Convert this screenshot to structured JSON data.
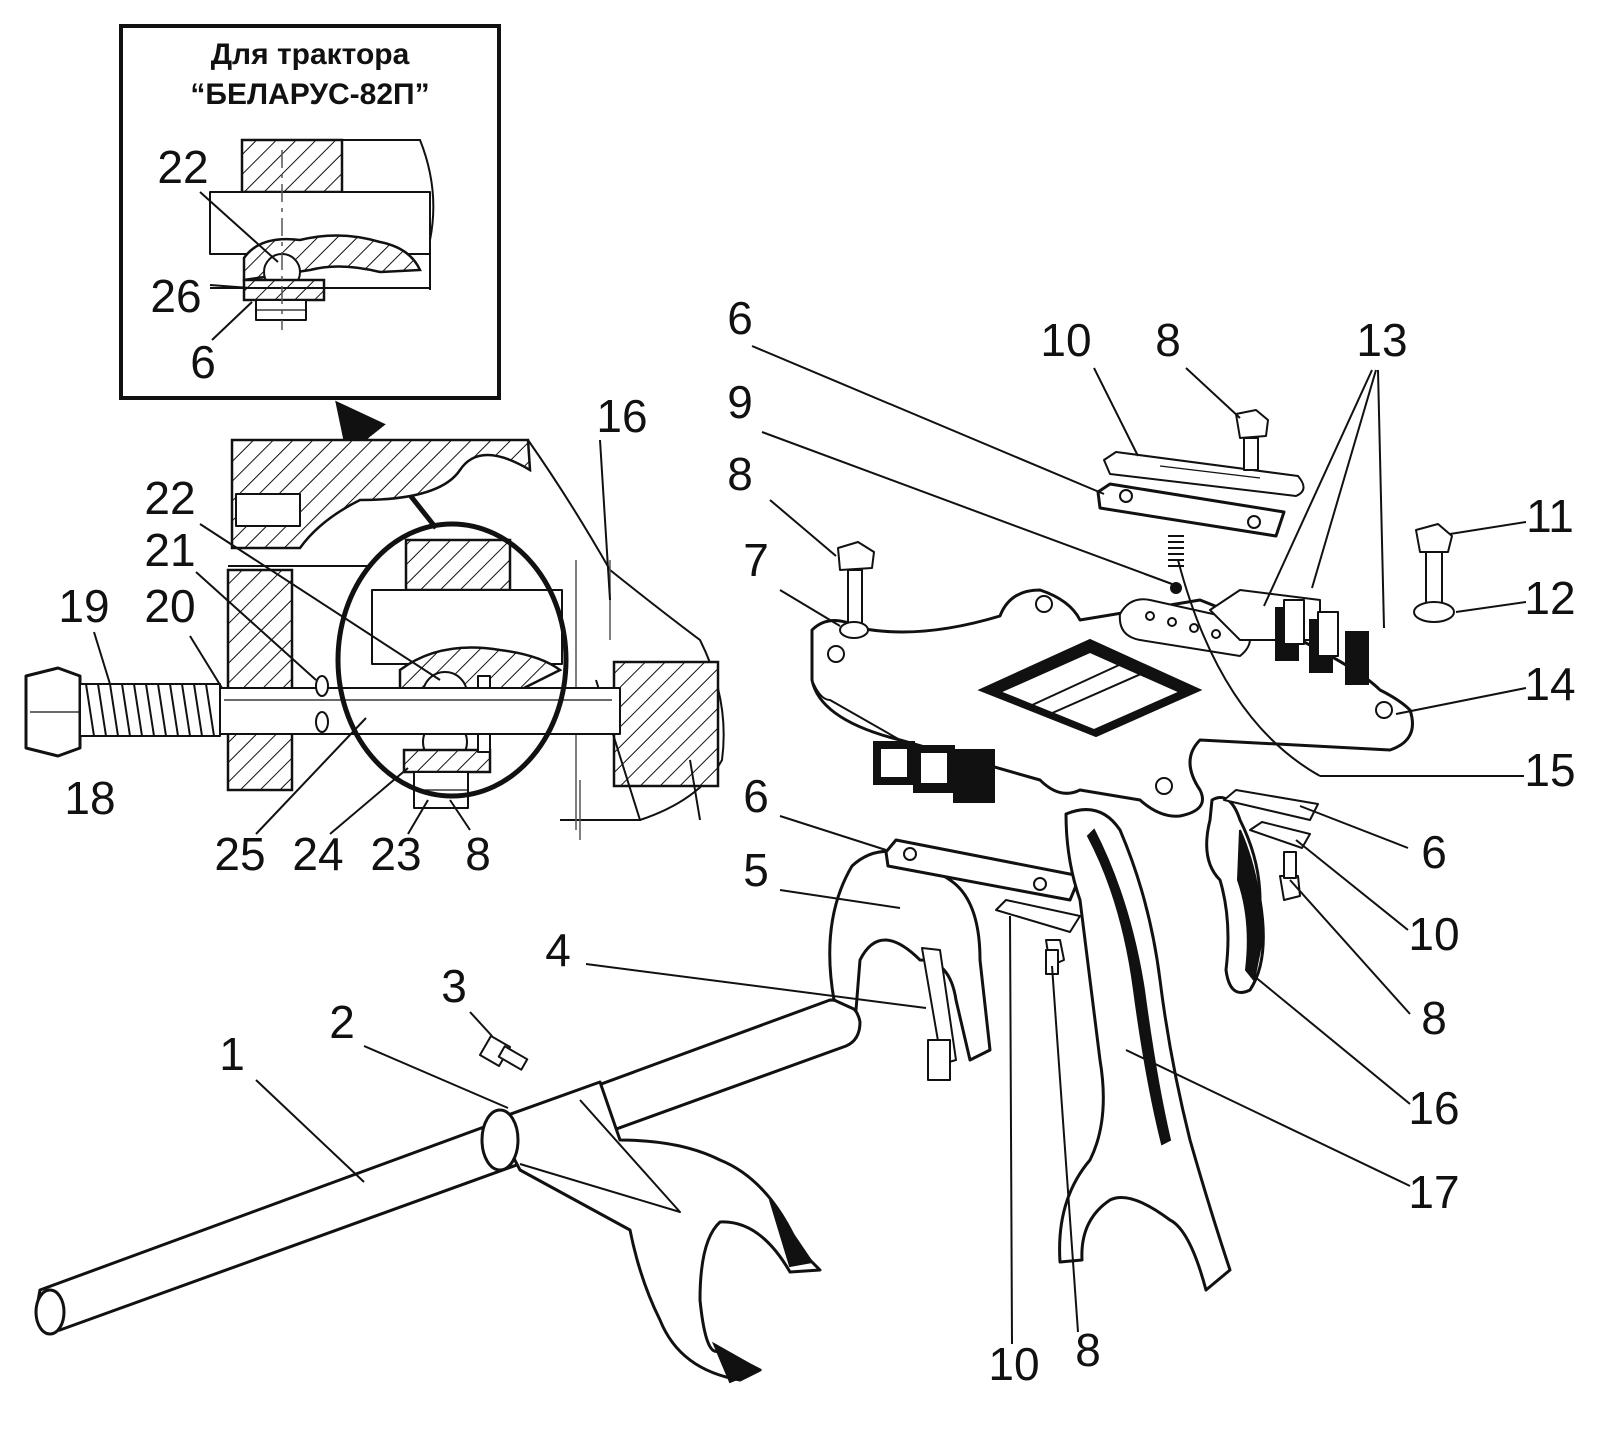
{
  "inset": {
    "title_line1": "Для трактора",
    "title_line2": "“БЕЛАРУС-82П”",
    "labels": [
      "22",
      "26",
      "6"
    ]
  },
  "section_labels": [
    "16",
    "22",
    "21",
    "19",
    "20",
    "18",
    "25",
    "24",
    "23",
    "8"
  ],
  "assembly_labels": [
    "6",
    "10",
    "8",
    "13",
    "9",
    "8",
    "11",
    "7",
    "12",
    "14",
    "15",
    "6",
    "6",
    "5",
    "10",
    "4",
    "8",
    "3",
    "16",
    "2",
    "1",
    "17",
    "10",
    "8"
  ]
}
